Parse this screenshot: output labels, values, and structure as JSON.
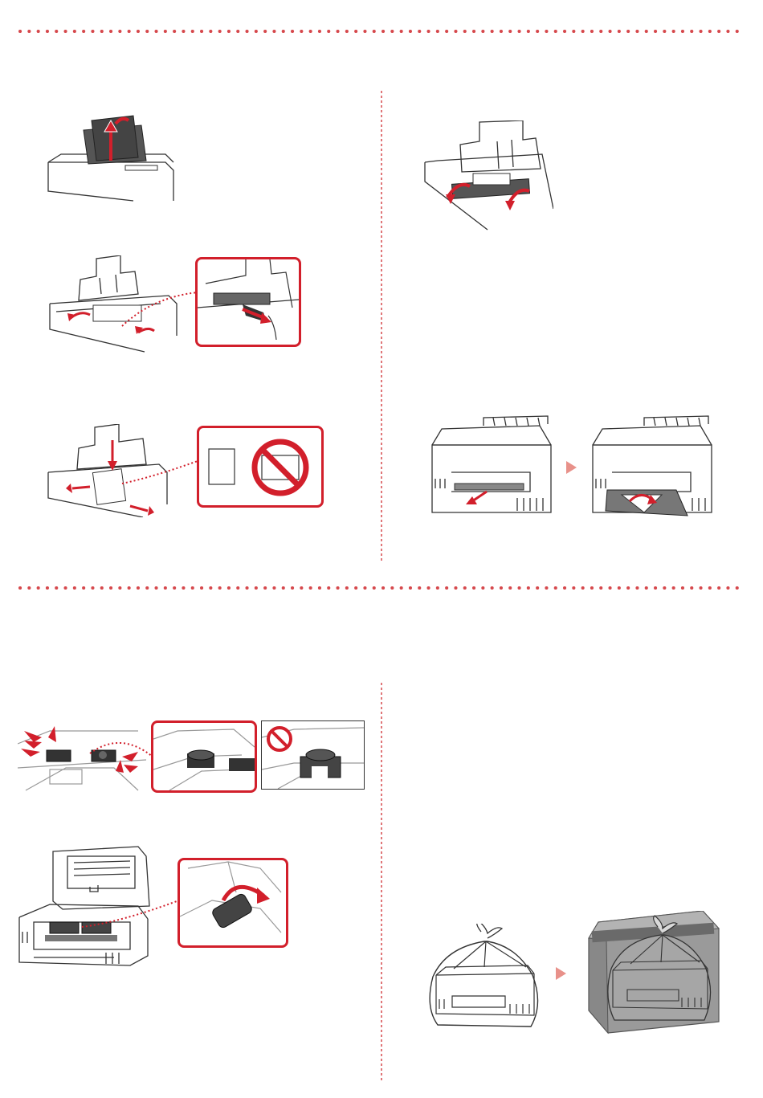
{
  "colors": {
    "accent_red": "#d21f2b",
    "divider_red": "#d6484c",
    "step_arrow": "#e8918a",
    "line_art": "#333333",
    "panel_gray": "#9a9a9a"
  },
  "sections": [
    {
      "name": "paper-loading",
      "left_steps": [
        {
          "figure": "paper-support-raise"
        },
        {
          "figure": "paper-guides-open",
          "callout": "guide-slide-detail"
        },
        {
          "figure": "paper-insert-portrait",
          "callout": "portrait-only-icon"
        }
      ],
      "right_steps": [
        {
          "figure": "feed-slot-cover-close"
        },
        {
          "figure": "output-tray-pull"
        },
        {
          "figure": "output-tray-extend"
        }
      ]
    },
    {
      "name": "transport-packing",
      "left_steps": [
        {
          "figure": "print-head-lock-check",
          "callouts": [
            "lock-lever-detail",
            "unlocked-prohibited"
          ]
        },
        {
          "figure": "scanner-unit-open",
          "callout": "lever-turn-detail"
        }
      ],
      "right_steps": [
        {
          "figure": "printer-in-bag"
        },
        {
          "figure": "printer-in-box"
        }
      ]
    }
  ],
  "icons": [
    "prohibited-icon",
    "next-step-arrow-icon"
  ]
}
